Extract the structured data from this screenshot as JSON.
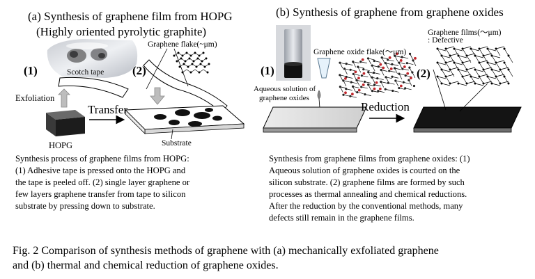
{
  "panel_a": {
    "title_line1": "(a)  Synthesis of graphene film from HOPG",
    "title_line2": "(Highly oriented pyrolytic graphite)",
    "graphene_flake_label": "Graphene flake(~μm)",
    "step1": "(1)",
    "step2": "(2)",
    "scotch_tape": "Scotch tape",
    "exfoliation": "Exfoliation",
    "transfer": "Transfer",
    "hopg": "HOPG",
    "substrate": "Substrate",
    "description_lines": [
      "Synthesis process of graphene films from HOPG:",
      "(1) Adhesive tape is pressed onto the HOPG and",
      "the tape is peeled off. (2) single layer graphene or",
      "few layers graphene transfer from tape to silicon",
      "substrate by pressing down to substrate."
    ]
  },
  "panel_b": {
    "title": "(b) Synthesis of graphene from graphene oxides",
    "graphene_films_line1": "Graphene films(～μm)",
    "graphene_films_line2": ": Defective",
    "oxide_flake_label": "Graphene oxide flake(～μm)",
    "step1": "(1)",
    "step2": "(2)",
    "aqueous_line1": "Aqueous solution of",
    "aqueous_line2": "graphene oxides",
    "reduction": "Reduction",
    "description_lines": [
      "Synthesis from graphene films from graphene oxides: (1)",
      "Aqueous solution of graphene oxides is courted on the",
      "silicon substrate. (2)  graphene films are formed by such",
      "processes as thermal annealing and chemical reductions.",
      "After the reduction by the conventional methods, many",
      "defects still remain in the graphene films."
    ]
  },
  "caption": {
    "line1": "Fig. 2  Comparison of synthesis methods of graphene with (a) mechanically exfoliated graphene",
    "line2": "and (b) thermal and chemical reduction of graphene oxides."
  }
}
